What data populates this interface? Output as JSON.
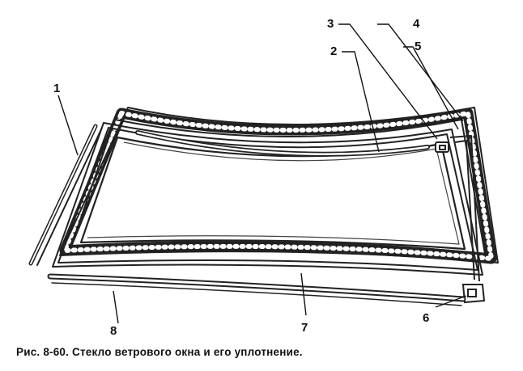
{
  "figure": {
    "caption": "Рис. 8-60. Стекло ветрового окна и его уплотнение.",
    "callouts": [
      "1",
      "2",
      "3",
      "4",
      "5",
      "6",
      "7",
      "8"
    ]
  },
  "colors": {
    "ink": "#111111",
    "paper": "#ffffff"
  }
}
